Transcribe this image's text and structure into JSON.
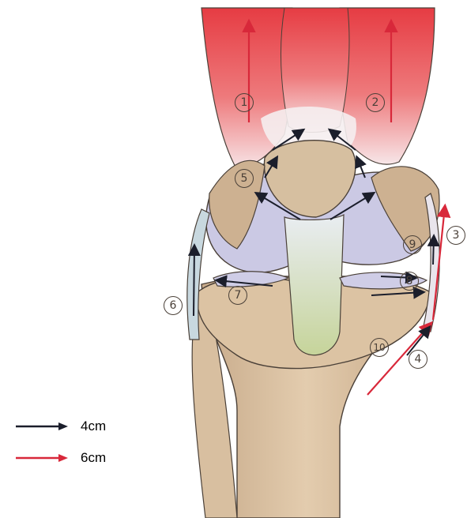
{
  "labels": [
    "1",
    "2",
    "3",
    "4",
    "5",
    "6",
    "7",
    "8",
    "9",
    "10"
  ],
  "legend": [
    {
      "label": "4cm",
      "color": "#1b1e2b"
    },
    {
      "label": "6cm",
      "color": "#d8283a"
    }
  ],
  "colors": {
    "muscle": "#e0474c",
    "tendon": "#f3ecef",
    "bone": "#d9c1a3",
    "cartilage": "#cfcde6",
    "ligament": "#c9d6a0",
    "arrow_dark": "#1b1e2b",
    "arrow_red": "#d8283a"
  }
}
